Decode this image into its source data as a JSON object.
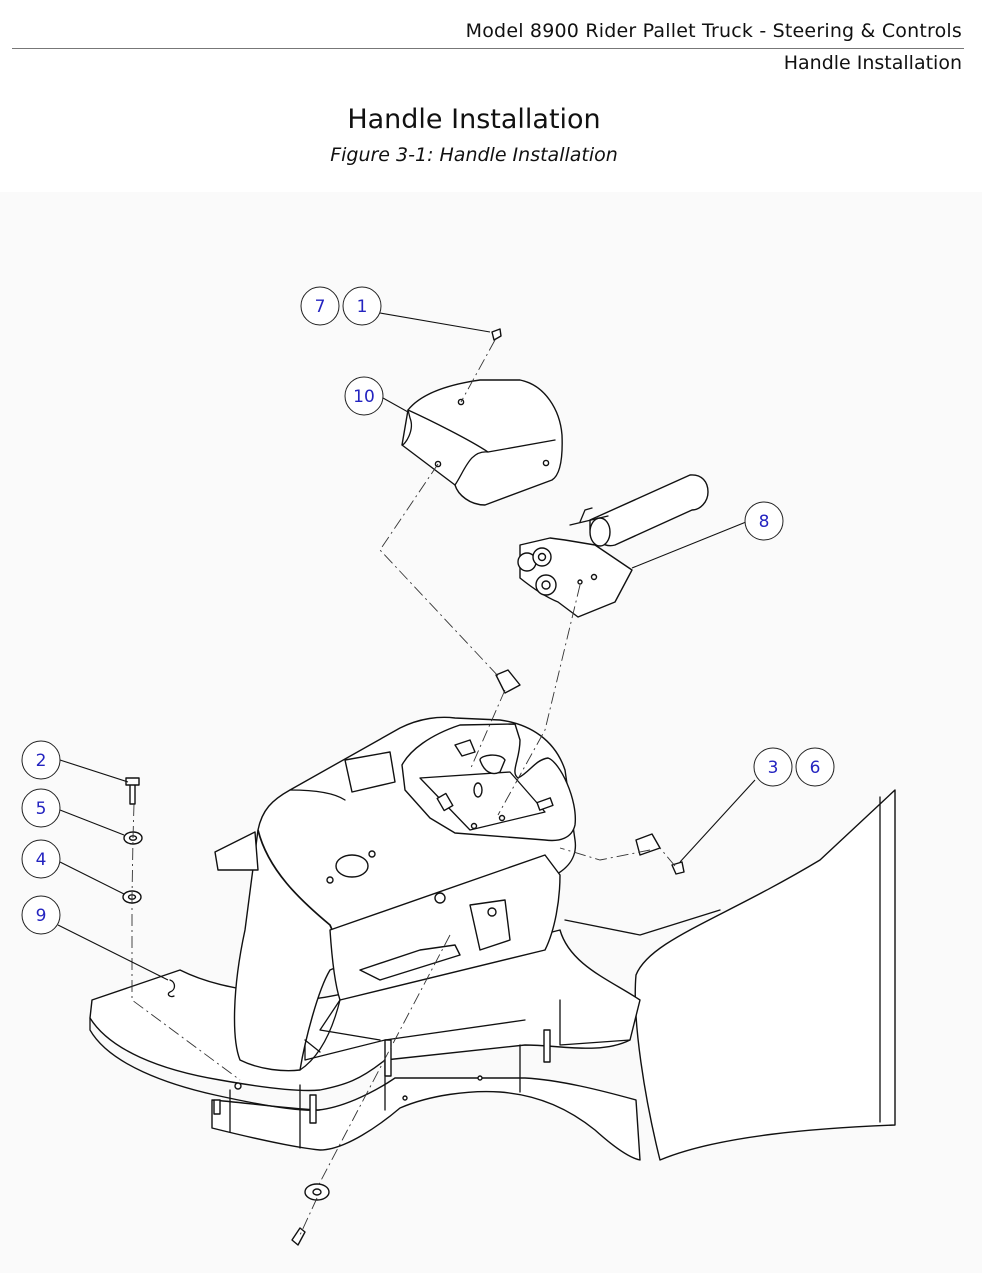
{
  "header": {
    "document_title": "Model 8900 Rider Pallet Truck - Steering & Controls",
    "section": "Handle Installation"
  },
  "page": {
    "heading": "Handle Installation",
    "figure_caption": "Figure 3-1: Handle Installation"
  },
  "callouts": {
    "c7": "7",
    "c1": "1",
    "c10": "10",
    "c8": "8",
    "c2": "2",
    "c5": "5",
    "c4": "4",
    "c9": "9",
    "c3": "3",
    "c6": "6"
  }
}
